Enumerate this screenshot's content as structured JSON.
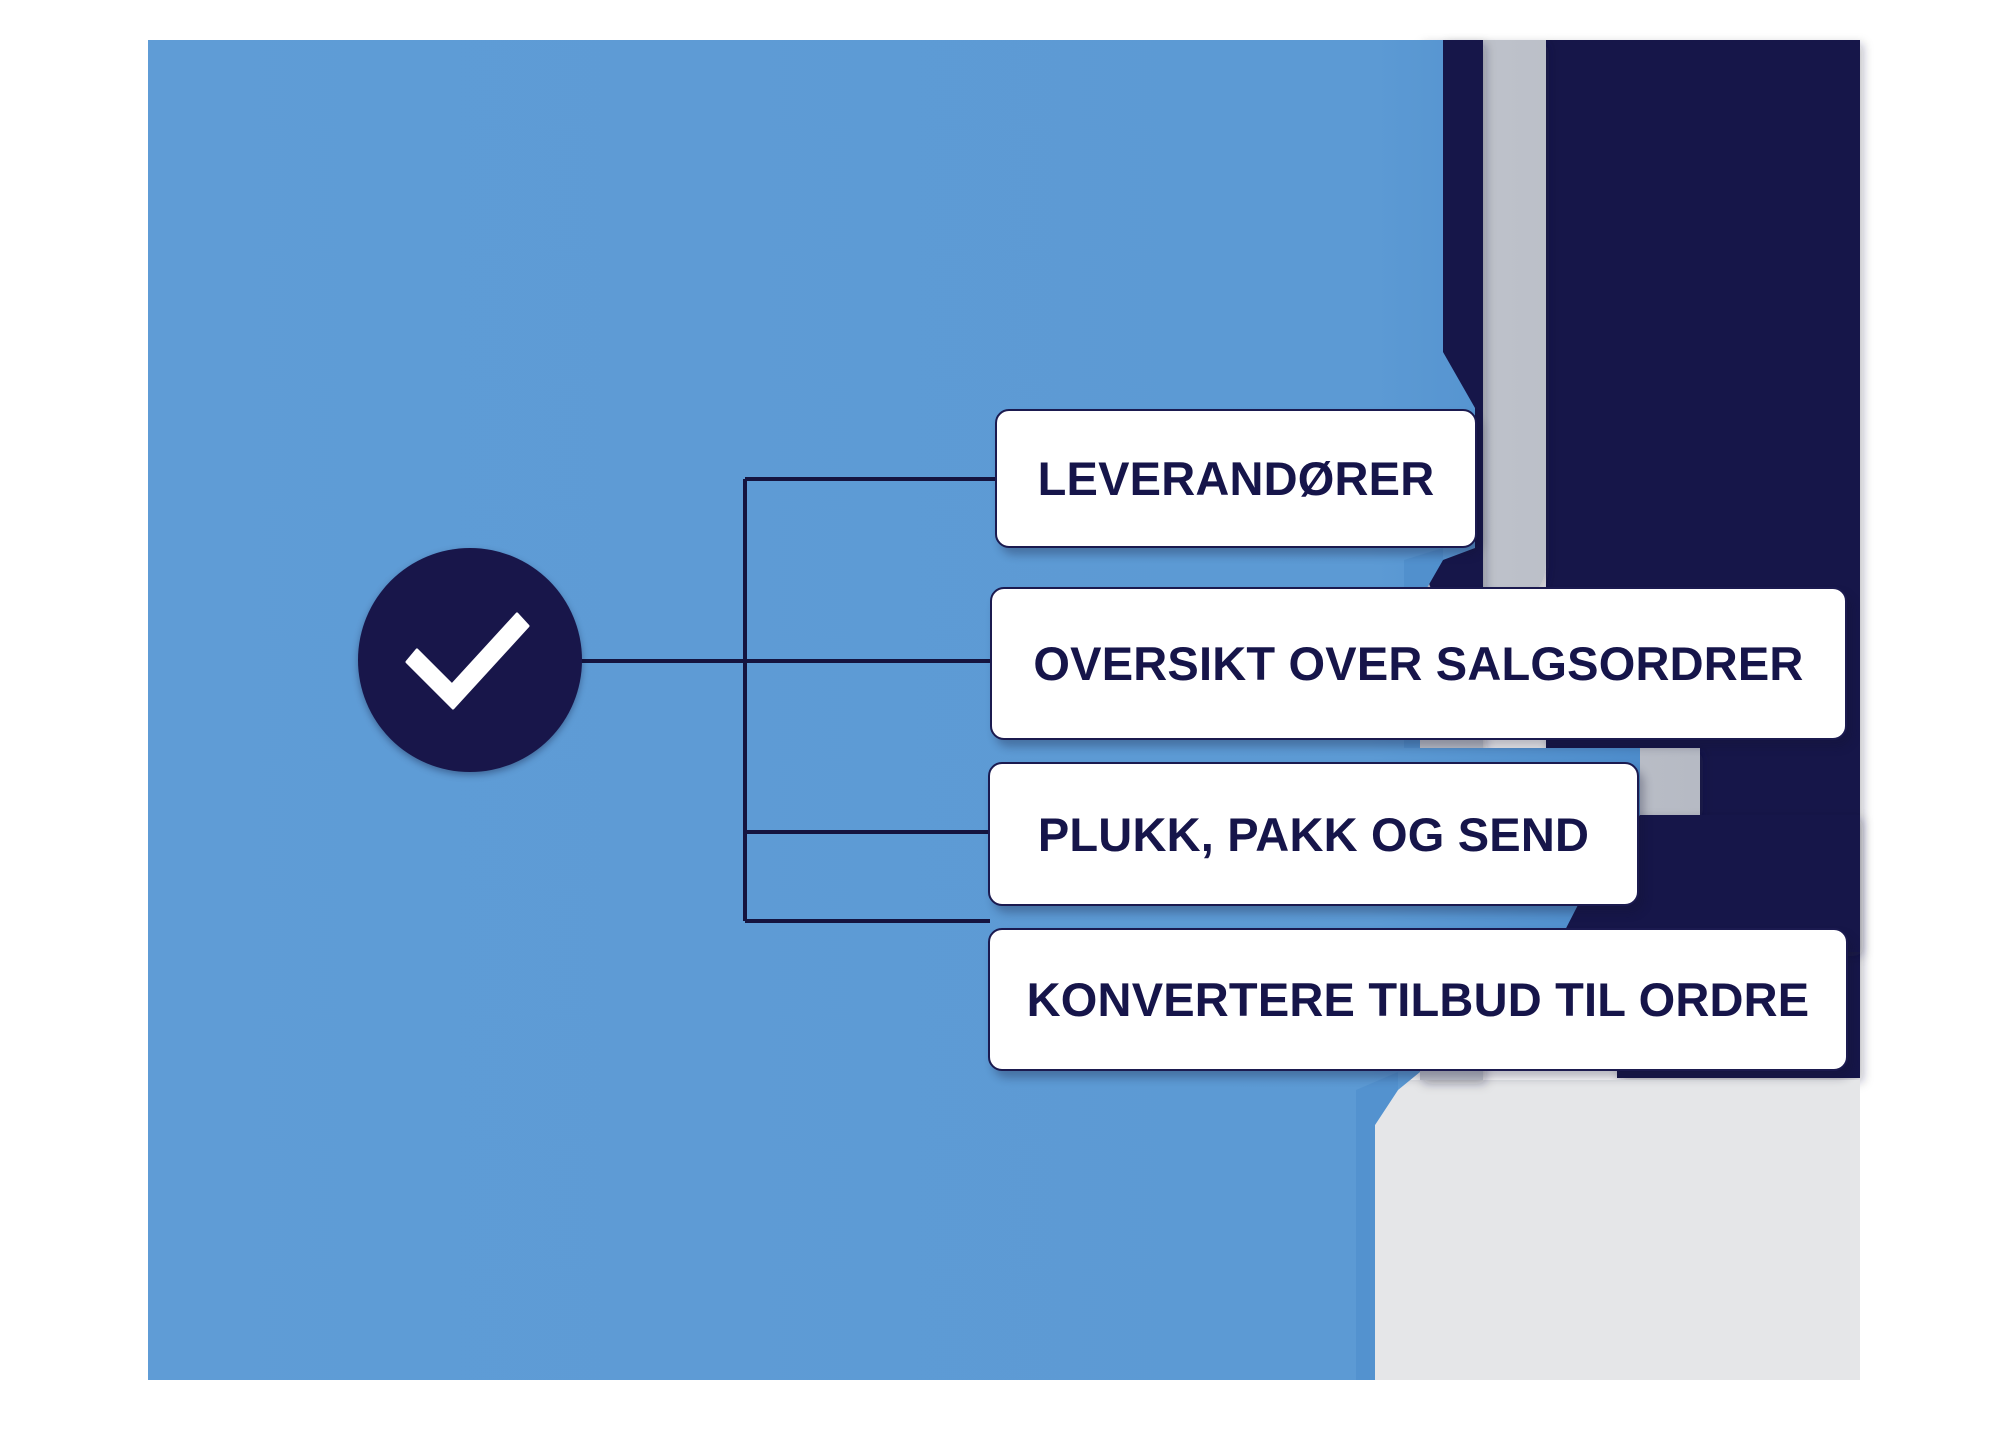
{
  "diagram": {
    "type": "checkmark-fan-out-list",
    "hub": {
      "icon": "check-circle-icon",
      "icon_glyph": "✓",
      "fill_color": "#18164A",
      "mark_color": "#FFFFFF"
    },
    "items": [
      {
        "label": "LEVERANDØRER"
      },
      {
        "label": "OVERSIKT OVER SALGSORDRER"
      },
      {
        "label": "PLUKK, PAKK OG SEND"
      },
      {
        "label": "KONVERTERE TILBUD TIL ORDRE"
      }
    ],
    "colors": {
      "canvas_blue": "#5D9BD5",
      "navy": "#18164A",
      "gray": "#BCC0C9",
      "light_gray": "#E5E6E8",
      "card_background": "#FFFFFF",
      "card_border": "#1B1A4F",
      "text": "#16154A",
      "connector_line": "#15143F"
    }
  }
}
